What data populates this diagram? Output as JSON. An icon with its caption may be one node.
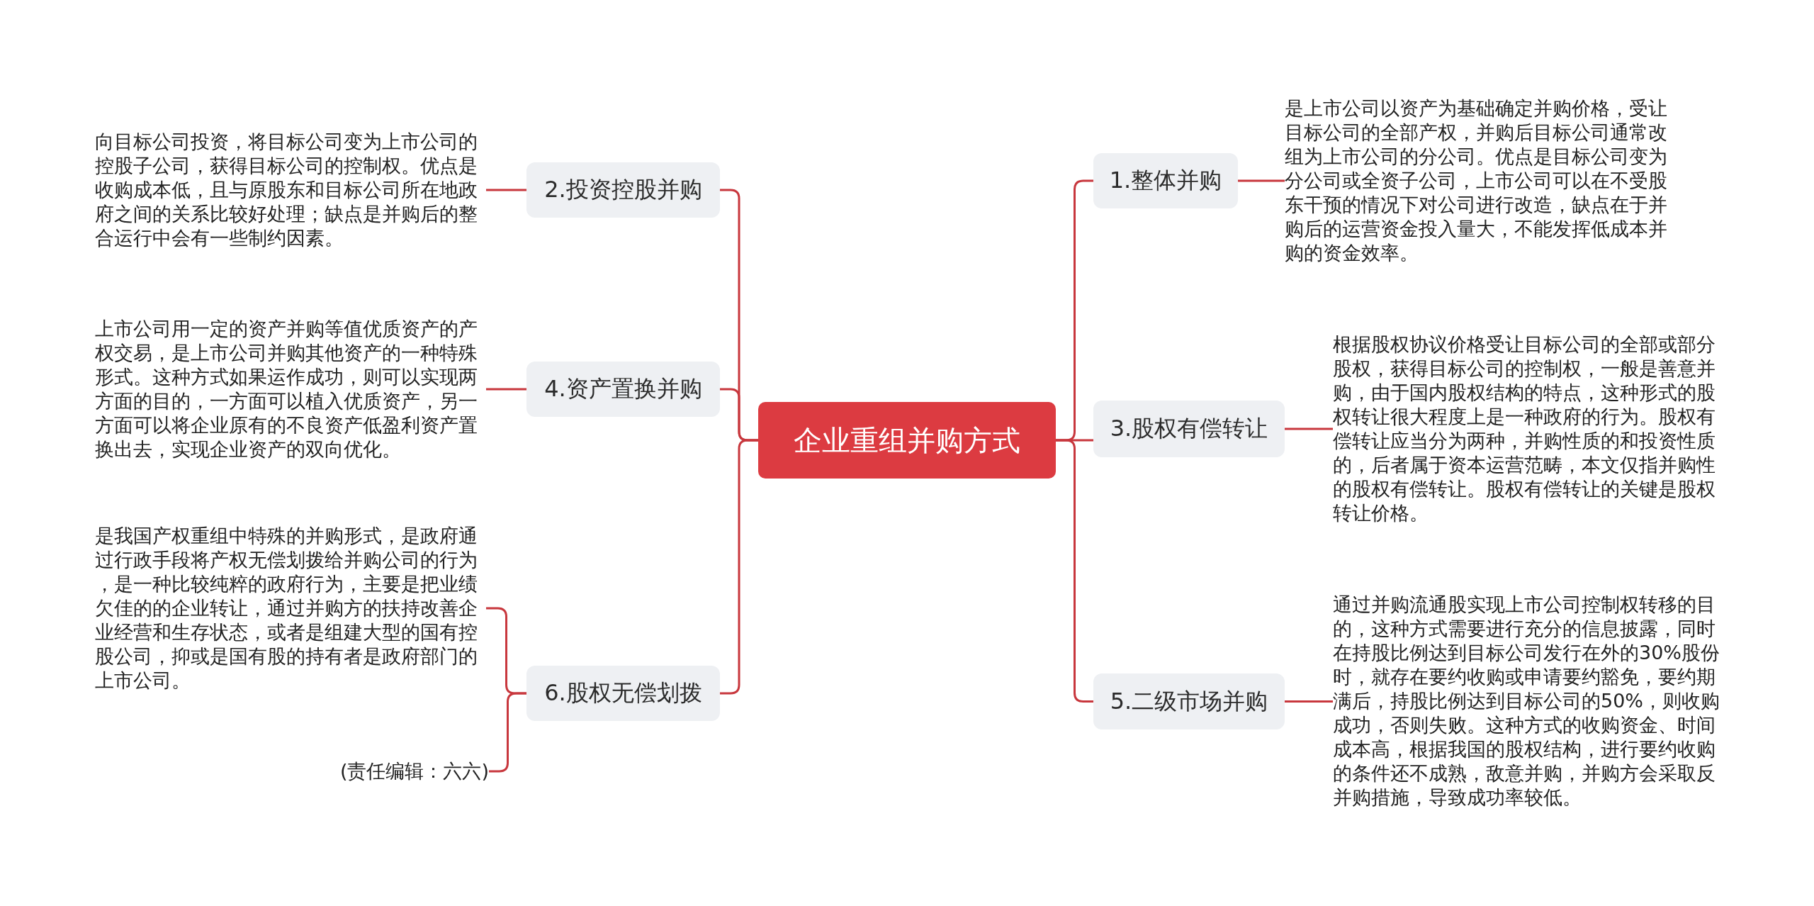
{
  "diagram": {
    "nodes": [
      {
        "text": [
          "企业重组并购方式"
        ]
      },
      {
        "text": [
          "1.整体并购"
        ]
      },
      {
        "text": [
          "是上市公司以资产为基础确定并购价格，受让目标公司的全部产权，并购后目标公司通常改组为上市公司的分公司。优点是目标公司变为分公司或全资子公司，上市公司可以在不受股东干预的情况下对公司进行改造，缺点在于并购后的运营资金投入量大，不能发挥低成本并购的资金效率。"
        ]
      },
      {
        "text": [
          "2.投资控股并购"
        ]
      },
      {
        "text": [
          "向目标公司投资，将目标公司变为上市公司的控股子公司，获得目标公司的控制权。优点是收购成本低，且与原股东和目标公司所在地政府之间的关系比较好处理；缺点是并购后的整合运行中会有一些制约因素。"
        ]
      },
      {
        "text": [
          "3.股权有偿转让"
        ]
      },
      {
        "text": [
          "根据股权协议价格受让目标公司的全部或部分股权，获得目标公司的控制权，一般是善意并购，由于国内股权结构的特点，这种形式的股权转让很大程度上是一种政府的行为。股权有偿转让应当分为两种，并购性质的和投资性质的，后者属于资本运营范畴，本文仅指并购性的股权有偿转让。股权有偿转让的关键是股权转让价格。"
        ]
      },
      {
        "text": [
          "4.资产置换并购"
        ]
      },
      {
        "text": [
          "上市公司用一定的资产并购等值优质资产的产权交易，是上市公司并购其他资产的一种特殊形式。这种方式如果运作成功，则可以实现两方面的目的，一方面可以植入优质资产，另一方面可以将企业原有的不良资产低盈利资产置换出去，实现企业资产的双向优化。"
        ]
      },
      {
        "text": [
          "5.二级市场并购"
        ]
      },
      {
        "text": [
          "通过并购流通股实现上市公司控制权转移的目的，这种方式需要进行充分的信息披露，同时在持股比例达到目标公司发行在外的30%股份时，就存在要约收购或申请要约豁免，要约期满后，持股比例达到目标公司的50%，则收购成功，否则失败。这种方式的收购资金、时间成本高，根据我国的股权结构，进行要约收购的条件还不成熟，敌意并购，并购方会采取反并购措施，导致成功率较低。"
        ]
      },
      {
        "text": [
          "6.股权无偿划拨"
        ]
      },
      {
        "text": [
          "是我国产权重组中特殊的并购形式，是政府通过行政手段将产权无偿划拨给并购公司的行为，是一种比较纯粹的政府行为，主要是把业绩欠佳的的企业转让，通过并购方的扶持改善企业经营和生存状态，或者是组建大型的国有控股公司，抑或是国有股的持有者是政府部门的上市公司。"
        ]
      },
      {
        "text": [
          "(责任编辑：六六)"
        ]
      }
    ],
    "edges": [
      {
        "from": 0,
        "to": 1,
        "arrow": "none"
      },
      {
        "from": 0,
        "to": 3,
        "arrow": "none"
      },
      {
        "from": 0,
        "to": 5,
        "arrow": "none"
      },
      {
        "from": 0,
        "to": 7,
        "arrow": "none"
      },
      {
        "from": 0,
        "to": 9,
        "arrow": "none"
      },
      {
        "from": 0,
        "to": 11,
        "arrow": "none"
      },
      {
        "from": 1,
        "to": 2,
        "arrow": "none"
      },
      {
        "from": 3,
        "to": 4,
        "arrow": "none"
      },
      {
        "from": 5,
        "to": 6,
        "arrow": "none"
      },
      {
        "from": 7,
        "to": 8,
        "arrow": "none"
      },
      {
        "from": 9,
        "to": 10,
        "arrow": "none"
      },
      {
        "from": 11,
        "to": 12,
        "arrow": "none"
      },
      {
        "from": 11,
        "to": 13,
        "arrow": "none"
      }
    ]
  }
}
